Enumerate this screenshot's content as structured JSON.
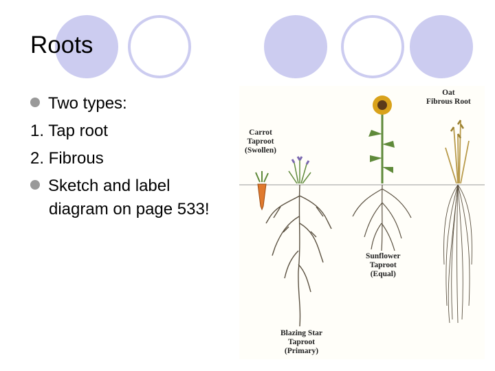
{
  "slide": {
    "title": "Roots",
    "lines": [
      {
        "text": "Two types:",
        "bullet": true
      },
      {
        "text": "1. Tap root",
        "bullet": false
      },
      {
        "text": "2. Fibrous",
        "bullet": false
      },
      {
        "text": "Sketch and label",
        "bullet": true
      },
      {
        "text": "diagram on page 533!",
        "bullet": false
      }
    ]
  },
  "figure": {
    "labels": {
      "oat": [
        "Oat",
        "Fibrous Root"
      ],
      "carrot": [
        "Carrot",
        "Taproot",
        "(Swollen)"
      ],
      "sunflower": [
        "Sunflower",
        "Taproot",
        "(Equal)"
      ],
      "blazing_star": [
        "Blazing Star",
        "Taproot",
        "(Primary)"
      ]
    }
  },
  "colors": {
    "circle_fill": "#ccccf0",
    "bullet": "#999999",
    "root": "#5a5040",
    "stem": "#5f8a3a",
    "sunflower_petal": "#d9a21b",
    "carrot": "#e07a2e"
  }
}
